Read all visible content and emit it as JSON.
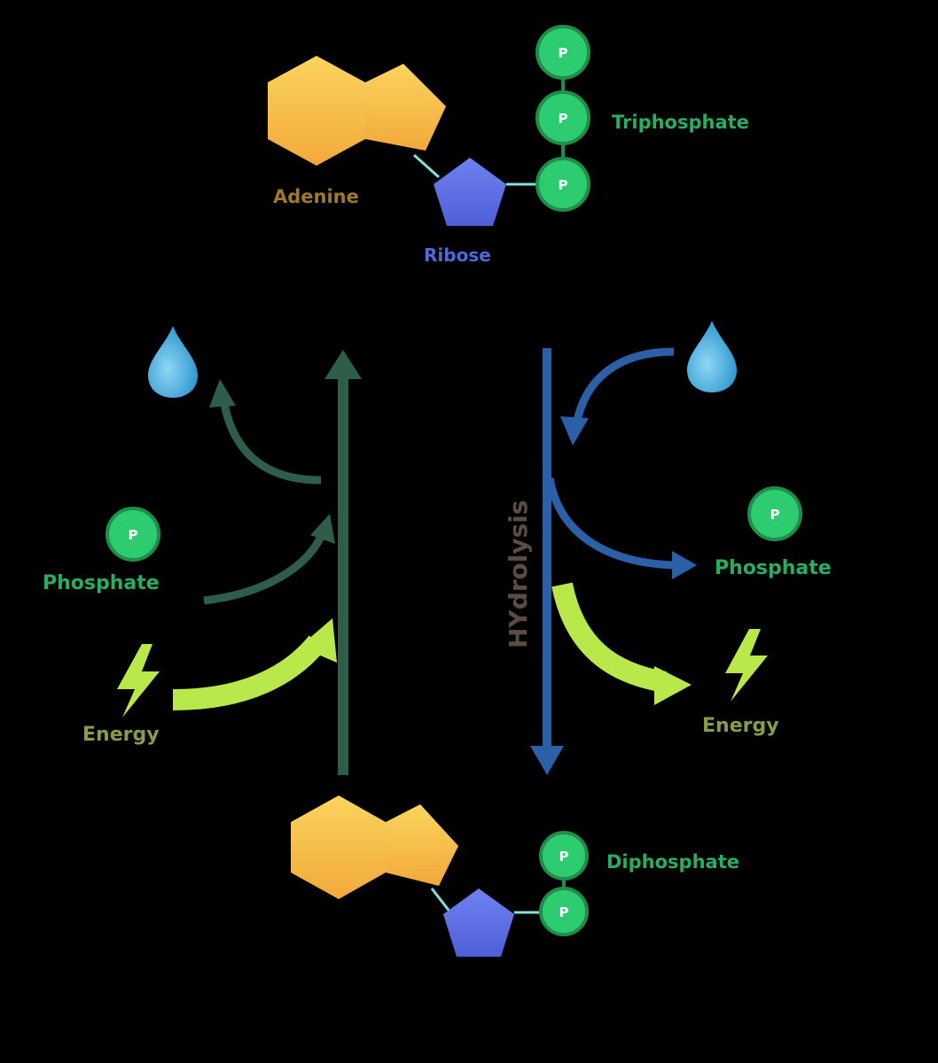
{
  "colors": {
    "background": "#000000",
    "adenine": "#f5b73b",
    "adenine_light": "#fbd45e",
    "ribose": "#5b6ee8",
    "phosphate_fill": "#2ecc71",
    "phosphate_ring": "#1e8f49",
    "link": "#7fe3d8",
    "synthesis_arrow": "#2f5d4c",
    "hydrolysis_arrow": "#2b5fa8",
    "energy": "#b9e84a",
    "water": "#3aa8dc",
    "label_green": "#27ae60",
    "label_adenine": "#9c7a2a",
    "label_ribose": "#4d6ad8",
    "label_energy": "#8a9a4a",
    "label_hydrolysis": "#5a4c44"
  },
  "top_molecule": {
    "adenine_label": "Adenine",
    "ribose_label": "Ribose",
    "phosphate_group_label": "Triphosphate",
    "phosphate_symbols": [
      "P",
      "P",
      "P"
    ]
  },
  "bottom_molecule": {
    "phosphate_group_label": "Diphosphate",
    "phosphate_symbols": [
      "P",
      "P"
    ]
  },
  "left_side": {
    "phosphate_symbol": "P",
    "phosphate_label": "Phosphate",
    "energy_label": "Energy",
    "water_icon": "water-drop-icon",
    "energy_icon": "lightning-bolt-icon"
  },
  "right_side": {
    "process_label": "HYdrolysis",
    "phosphate_symbol": "P",
    "phosphate_label": "Phosphate",
    "energy_label": "Energy",
    "water_icon": "water-drop-icon",
    "energy_icon": "lightning-bolt-icon"
  }
}
